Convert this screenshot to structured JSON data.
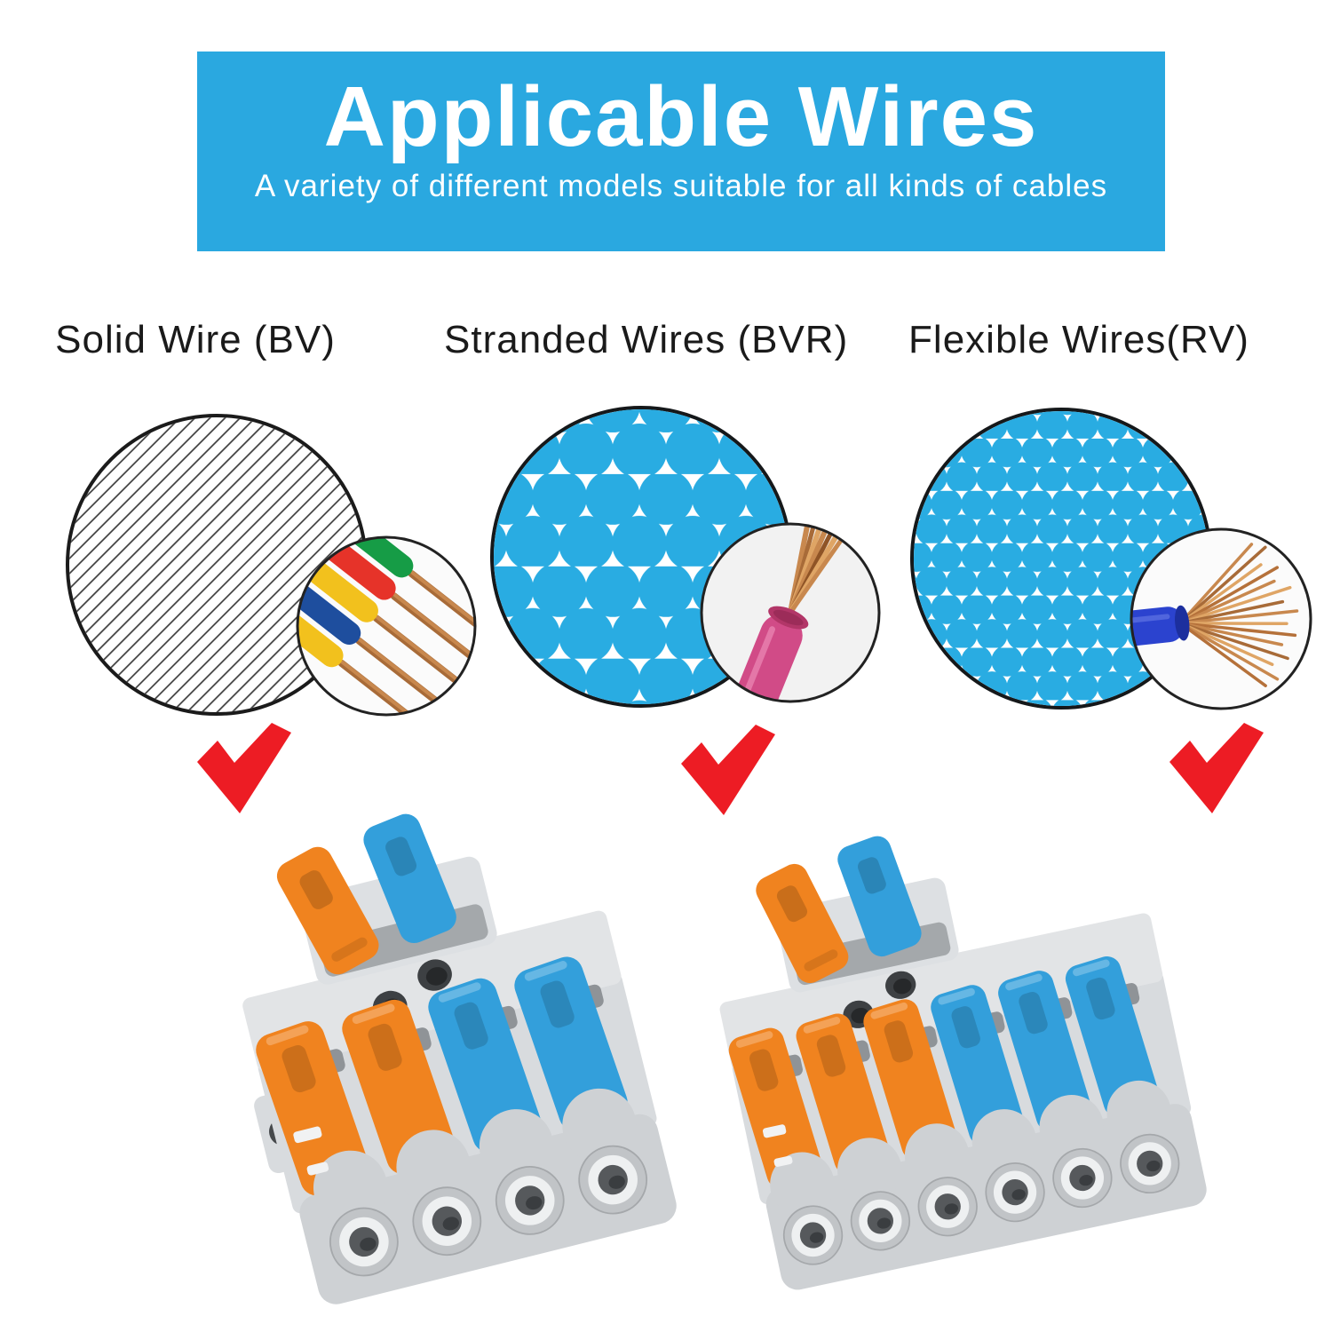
{
  "banner": {
    "title": "Applicable Wires",
    "subtitle": "A variety of different models suitable for all kinds of cables"
  },
  "wire_types": [
    {
      "label": "Solid Wire (BV)",
      "pattern_icon": "diagonal-hatch-pattern",
      "inset_icon": "solid-copper-wires-photo",
      "check_icon": "red-checkmark-icon"
    },
    {
      "label": "Stranded Wires (BVR)",
      "pattern_icon": "large-dots-pattern",
      "inset_icon": "stranded-copper-wire-photo",
      "check_icon": "red-checkmark-icon"
    },
    {
      "label": "Flexible Wires(RV)",
      "pattern_icon": "small-dots-pattern",
      "inset_icon": "flexible-copper-wire-photo",
      "check_icon": "red-checkmark-icon"
    }
  ],
  "connectors": [
    {
      "name": "lever-wire-connector-2-in-4-out",
      "input_levers": [
        "orange",
        "blue"
      ],
      "output_levers": [
        "orange",
        "orange",
        "blue",
        "blue"
      ],
      "ports": 4
    },
    {
      "name": "lever-wire-connector-2-in-6-out",
      "input_levers": [
        "orange",
        "blue"
      ],
      "output_levers": [
        "orange",
        "orange",
        "orange",
        "blue",
        "blue",
        "blue"
      ],
      "ports": 6
    }
  ],
  "colors": {
    "banner_blue": "#2aa8e0",
    "banner_text": "#ffffff",
    "pattern_blue": "#29ace2",
    "checkmark_red": "#ed1c24",
    "lever_orange": "#f0831f",
    "lever_blue": "#339fdb",
    "connector_body": "#d8dbde",
    "label_text": "#1a1a1a",
    "wire_green": "#169c46",
    "wire_red": "#e63329",
    "wire_yellow": "#f2c11d",
    "wire_blue": "#1e4e9e",
    "insulation_pink": "#d14b87",
    "insulation_royal_blue": "#2b43cf",
    "copper": "#c8884e"
  }
}
